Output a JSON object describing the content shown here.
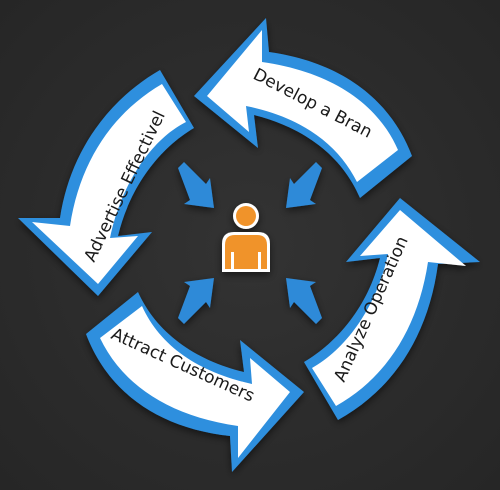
{
  "diagram": {
    "steps": [
      {
        "label": "Develop a Brand"
      },
      {
        "label": "Advertise Effectively"
      },
      {
        "label": "Attract Customers"
      },
      {
        "label": "Analyze Operations"
      }
    ],
    "center_icon": "person-icon",
    "colors": {
      "background": "#2b2b2b",
      "arrow_border": "#2f8fde",
      "arrow_fill": "#ffffff",
      "pointer": "#2d8ad8",
      "person": "#f0932b"
    }
  }
}
